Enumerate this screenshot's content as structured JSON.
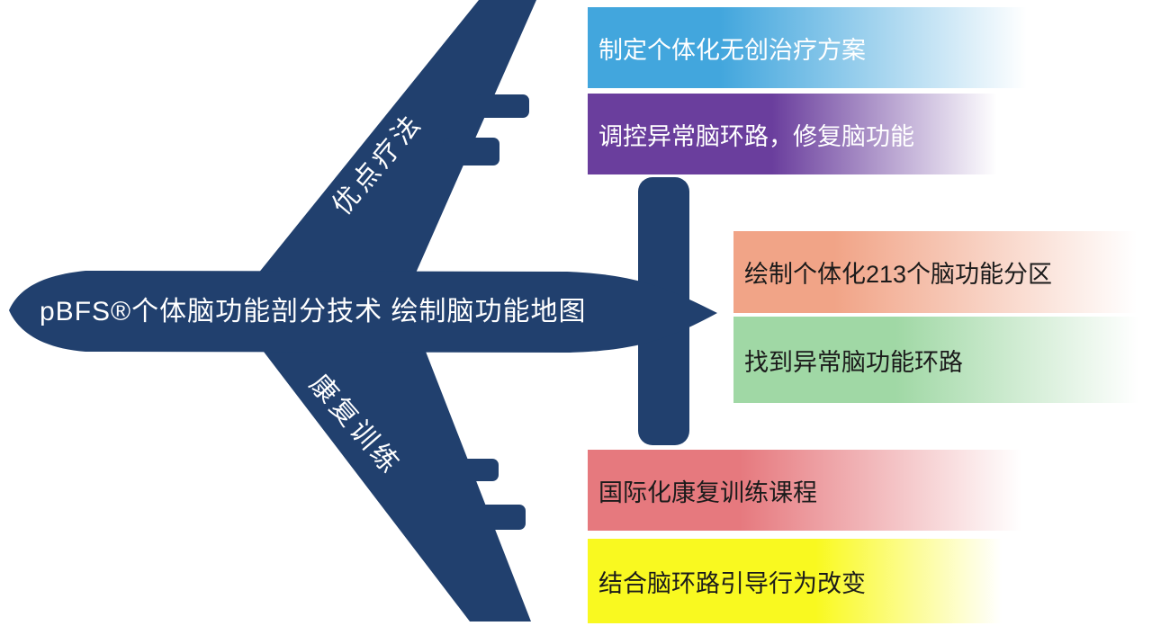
{
  "airplane": {
    "body_color": "#21406E",
    "fuselage_label": "pBFS®个体脑功能剖分技术 绘制脑功能地图",
    "top_wing_label": "优点疗法",
    "bottom_wing_label": "康复训练"
  },
  "bars": [
    {
      "id": "treatment-plan",
      "label": "制定个体化无创治疗方案",
      "color": "#42A6DD",
      "text_color": "#FFFFFF"
    },
    {
      "id": "circuit-regulation",
      "label": "调控异常脑环路，修复脑功能",
      "color": "#6A3E9D",
      "text_color": "#FFFFFF"
    },
    {
      "id": "brain-parcellation",
      "label": "绘制个体化213个脑功能分区",
      "color": "#F1A487",
      "text_color": "#1B1B1B"
    },
    {
      "id": "abnormal-circuit",
      "label": "找到异常脑功能环路",
      "color": "#A0D8A5",
      "text_color": "#1B1B1B"
    },
    {
      "id": "rehab-course",
      "label": "国际化康复训练课程",
      "color": "#E6797E",
      "text_color": "#1B1B1B"
    },
    {
      "id": "behavior-change",
      "label": "结合脑环路引导行为改变",
      "color": "#F9F920",
      "text_color": "#1B1B1B"
    }
  ]
}
